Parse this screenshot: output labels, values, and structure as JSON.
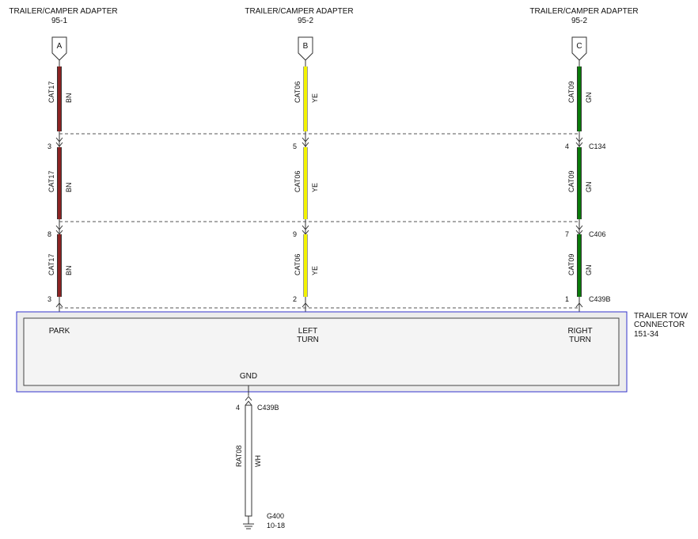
{
  "adapters": [
    {
      "title": "TRAILER/CAMPER ADAPTER",
      "subtitle": "95-1",
      "pin": "A"
    },
    {
      "title": "TRAILER/CAMPER ADAPTER",
      "subtitle": "95-2",
      "pin": "B"
    },
    {
      "title": "TRAILER/CAMPER ADAPTER",
      "subtitle": "95-2",
      "pin": "C"
    }
  ],
  "wires": [
    {
      "circuit": "CAT17",
      "color_code": "BN",
      "color": "#8b2323"
    },
    {
      "circuit": "CAT06",
      "color_code": "YE",
      "color": "#f2f200"
    },
    {
      "circuit": "CAT09",
      "color_code": "GN",
      "color": "#0a7a0a"
    }
  ],
  "connectors": [
    {
      "id": "C134",
      "pins": [
        "3",
        "5",
        "4"
      ]
    },
    {
      "id": "C406",
      "pins": [
        "8",
        "9",
        "7"
      ]
    },
    {
      "id": "C439B",
      "pins": [
        "3",
        "2",
        "1"
      ]
    }
  ],
  "tow_connector": {
    "name_line1": "TRAILER TOW",
    "name_line2": "CONNECTOR",
    "ref": "151-34",
    "frame_color": "#3333cc",
    "terminals": [
      {
        "line1": "PARK",
        "line2": ""
      },
      {
        "line1": "LEFT",
        "line2": "TURN"
      },
      {
        "line1": "RIGHT",
        "line2": "TURN"
      }
    ],
    "gnd_label": "GND"
  },
  "ground": {
    "pin": "4",
    "connector": "C439B",
    "circuit": "RAT08",
    "color_code": "WH",
    "ground_id": "G400",
    "ground_ref": "10-18"
  }
}
